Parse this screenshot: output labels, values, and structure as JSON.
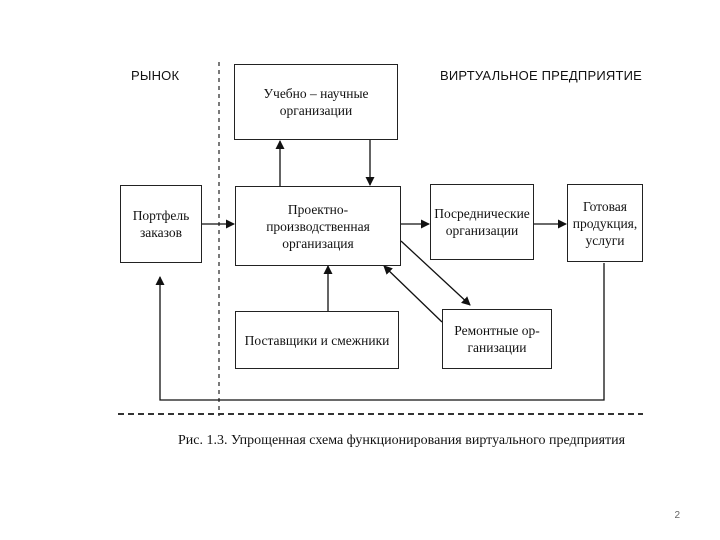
{
  "labels": {
    "market": "РЫНОК",
    "virtual_enterprise": "ВИРТУАЛЬНОЕ ПРЕДПРИЯТИЕ"
  },
  "boxes": {
    "research": "Учебно – научные\nорганизации",
    "portfolio": "Портфель\nзаказов",
    "design": "Проектно-\nпроизводственная\nорганизация",
    "intermediary": "Посреднические\nорганизации",
    "finished": "Готовая\nпродукция,\nуслуги",
    "suppliers": "Поставщики и смежники",
    "repair": "Ремонтные ор-\nганизации"
  },
  "caption": "Рис. 1.3. Упрощенная схема функционирования виртуального предприятия",
  "page_number": "2"
}
